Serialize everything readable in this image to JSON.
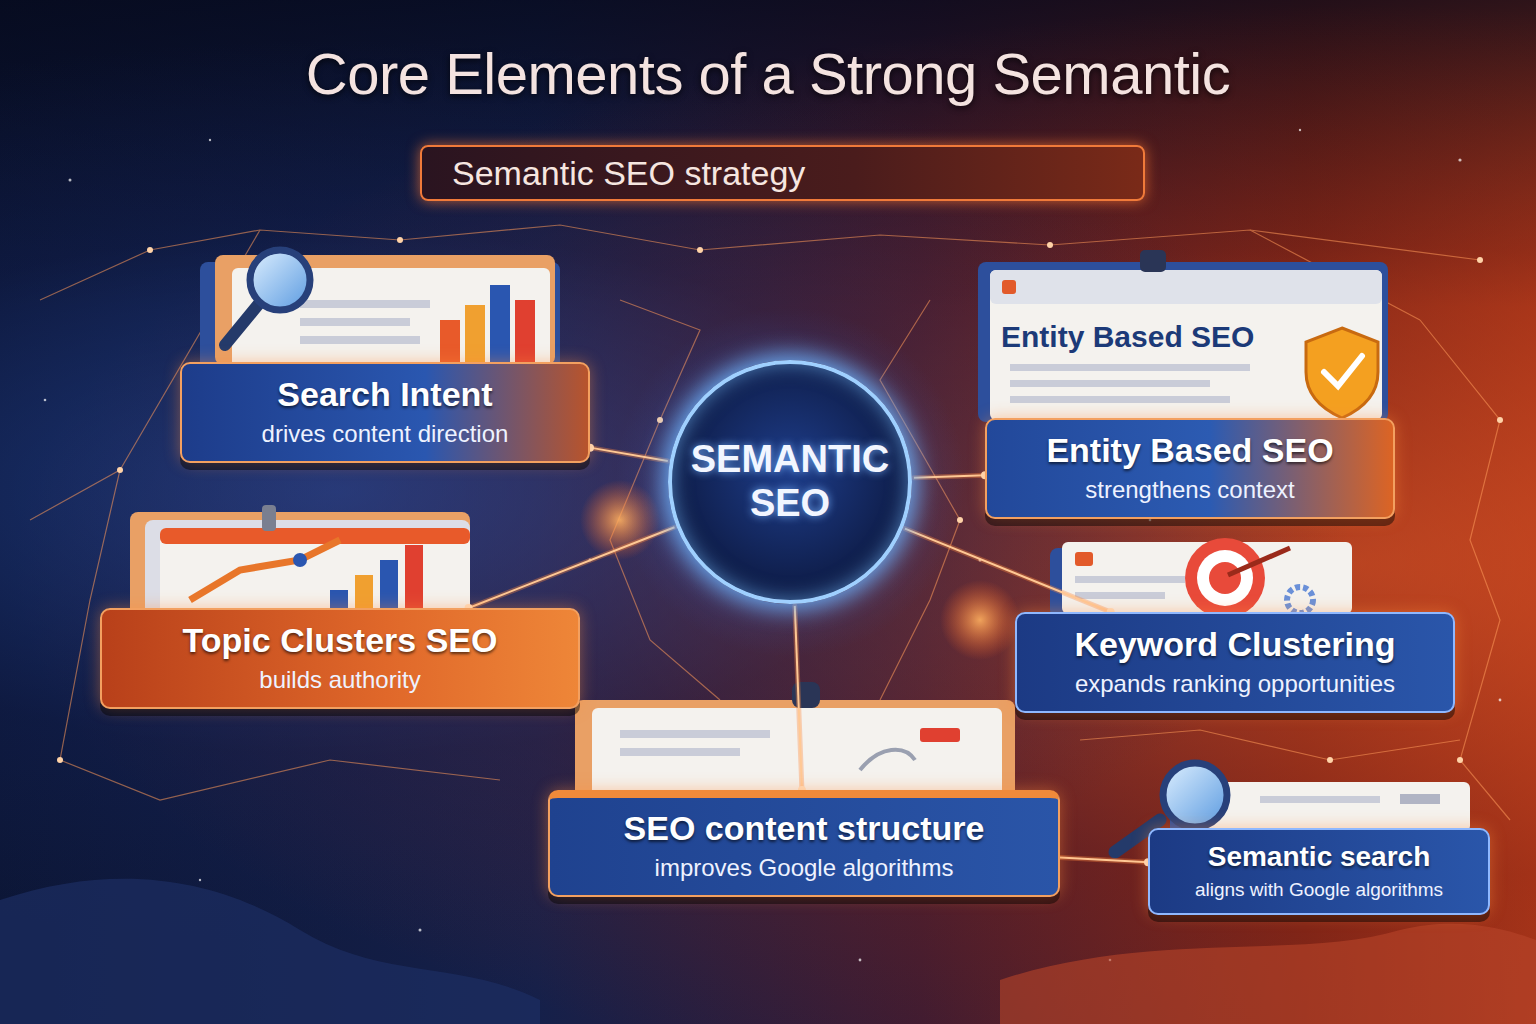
{
  "diagram": {
    "title": "Core Elements of a Strong Semantic",
    "nodes": [
      {
        "text": [
          "Semantic SEO strategy"
        ]
      },
      {
        "text": [
          "Search Intent",
          "drives content direction"
        ]
      },
      {
        "text": [
          "Entity Based SEO",
          "Entity Based SEO",
          "strengthens context"
        ]
      },
      {
        "text": [
          "SEMANTIC SEO"
        ]
      },
      {
        "text": [
          "Topic Clusters SEO",
          "builds authority"
        ]
      },
      {
        "text": [
          "Keyword Clustering",
          "expands ranking opportunities"
        ]
      },
      {
        "text": [
          "SEO content structure",
          "improves Google algorithms"
        ]
      },
      {
        "text": [
          "Semantic search",
          "aligns with Google algorithms"
        ]
      }
    ],
    "edges": [
      {
        "from": 3,
        "to": 1,
        "arrow": "none"
      },
      {
        "from": 3,
        "to": 2,
        "arrow": "none"
      },
      {
        "from": 3,
        "to": 4,
        "arrow": "none"
      },
      {
        "from": 3,
        "to": 5,
        "arrow": "none"
      },
      {
        "from": 3,
        "to": 6,
        "arrow": "none"
      },
      {
        "from": 6,
        "to": 7,
        "arrow": "none"
      }
    ]
  }
}
